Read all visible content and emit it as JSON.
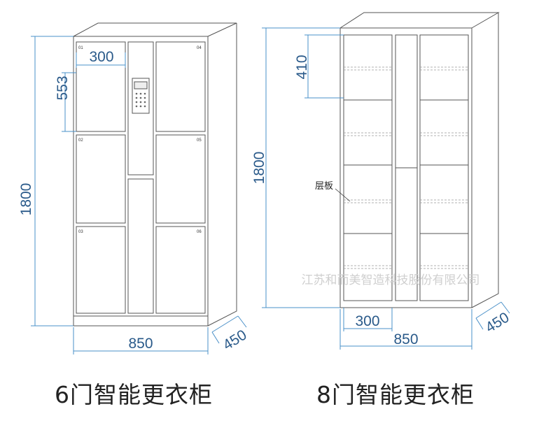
{
  "left": {
    "caption": "6门智能更衣柜",
    "dims": {
      "height": "1800",
      "door_height": "553",
      "door_width": "300",
      "width": "850",
      "depth": "450"
    },
    "door_numbers": [
      "01",
      "02",
      "03",
      "04",
      "05",
      "06"
    ]
  },
  "right": {
    "caption": "8门智能更衣柜",
    "dims": {
      "height": "1800",
      "shelf_gap": "410",
      "door_width": "300",
      "width": "850",
      "depth": "450"
    },
    "shelf_label": "层板"
  },
  "watermark": "江苏和而美智造科技股份有限公司",
  "colors": {
    "line": "#555555",
    "dimension": "#4a90c8",
    "dimension_text": "#2a5a8a"
  }
}
